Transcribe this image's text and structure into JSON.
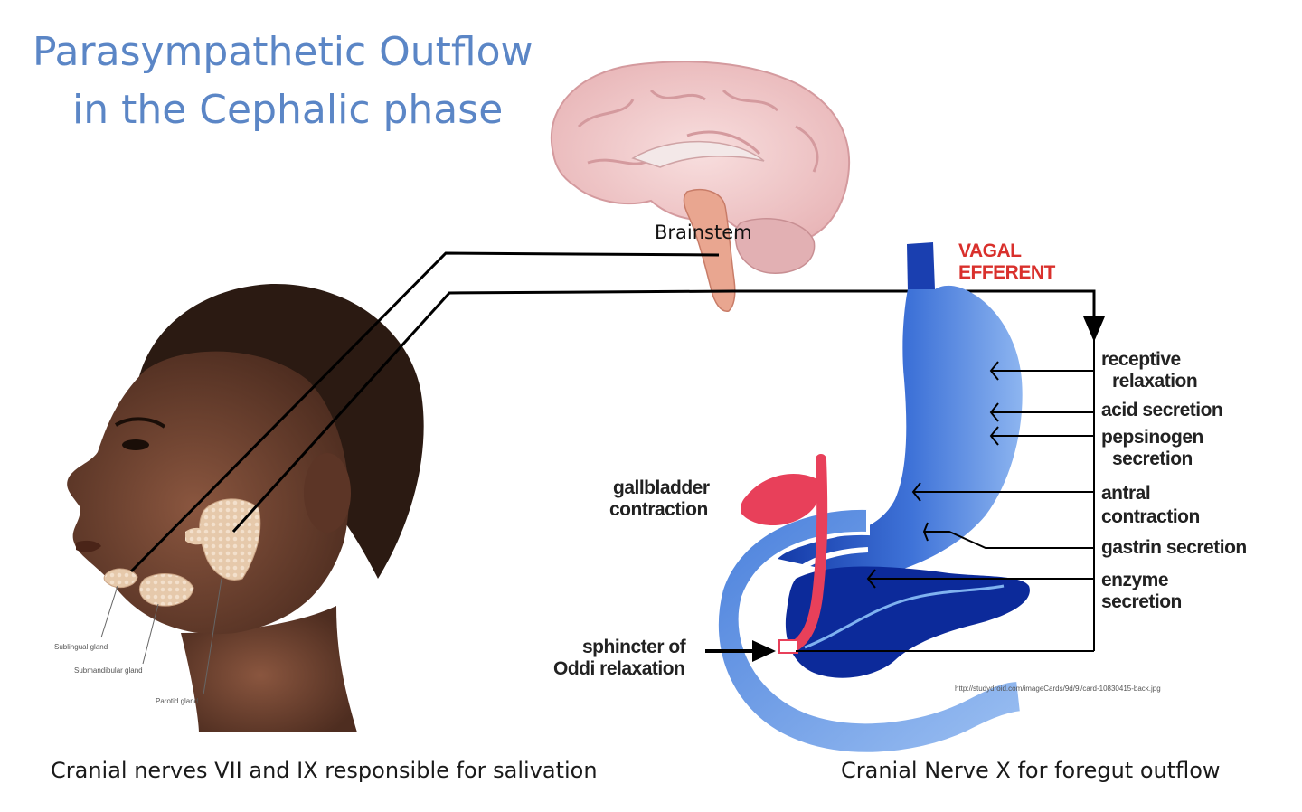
{
  "title": {
    "line1": "Parasympathetic Outflow",
    "line2": "in the Cephalic phase"
  },
  "brain_label": "Brainstem",
  "vagal_label": {
    "line1": "VAGAL",
    "line2": "EFFERENT"
  },
  "right_labels": {
    "receptive_1": "receptive",
    "receptive_2": "relaxation",
    "acid": "acid secretion",
    "pepsinogen_1": "pepsinogen",
    "pepsinogen_2": "secretion",
    "antral_1": "antral",
    "antral_2": "contraction",
    "gastrin": "gastrin secretion",
    "enzyme_1": "enzyme",
    "enzyme_2": "secretion"
  },
  "left_labels": {
    "gallbladder_1": "gallbladder",
    "gallbladder_2": "contraction",
    "sphincter_1": "sphincter of",
    "sphincter_2": "Oddi relaxation"
  },
  "gland_labels": {
    "sublingual": "Sublingual gland",
    "submandibular": "Submandibular gland",
    "parotid": "Parotid gland"
  },
  "source_url": "http://studydroid.com/imageCards/9d/9l/card-10830415-back.jpg",
  "captions": {
    "left": "Cranial nerves VII and IX responsible for salivation",
    "right": "Cranial Nerve X for foregut outflow"
  },
  "colors": {
    "title": "#5b86c6",
    "vagal": "#d9302c",
    "stomach_dark": "#1a3fb0",
    "stomach_light": "#6fa0e8",
    "gallbladder": "#e8405a",
    "skin": "#6b4030"
  }
}
